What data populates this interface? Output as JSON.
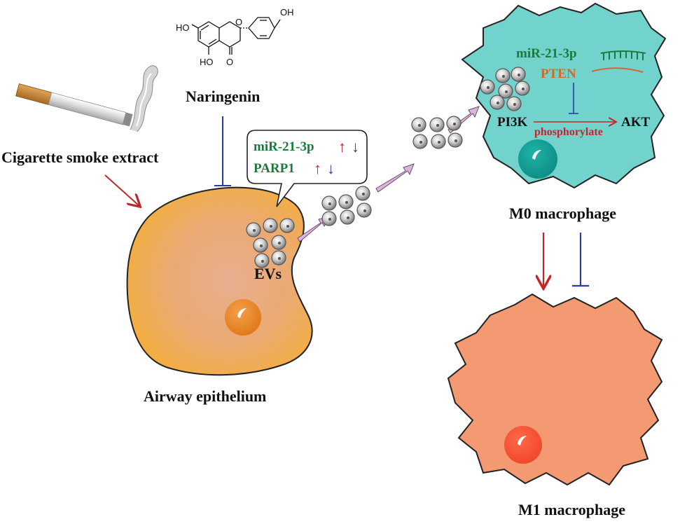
{
  "labels": {
    "naringenin": "Naringenin",
    "cigarette": "Cigarette smoke extract",
    "evs": "EVs",
    "airway": "Airway epithelium",
    "m0": "M0 macrophage",
    "m1": "M1 macrophage"
  },
  "callout": {
    "mir": "miR-21-3p",
    "parp": "PARP1",
    "up_arrow": "↑",
    "down_arrow": "↓"
  },
  "m0_content": {
    "mir": "miR-21-3p",
    "pten": "PTEN",
    "pi3k": "PI3K",
    "akt": "AKT",
    "phosphorylate": "phosphorylate"
  },
  "chem": {
    "ho1": "HO",
    "ho2": "HO",
    "oh": "OH",
    "o_ring": "O",
    "o_keto": "O"
  },
  "colors": {
    "airway_cell": "#f3b042",
    "airway_core": "#e9ad8a",
    "m0_cell": "#72d2cc",
    "m1_cell": "#f39a73",
    "green_text": "#1e7a3a",
    "orange_text": "#d2692a",
    "red_arrow": "#c0262a",
    "blue_inhibit": "#2a3ba8",
    "transfer_arrow": "#d9b6d9"
  }
}
